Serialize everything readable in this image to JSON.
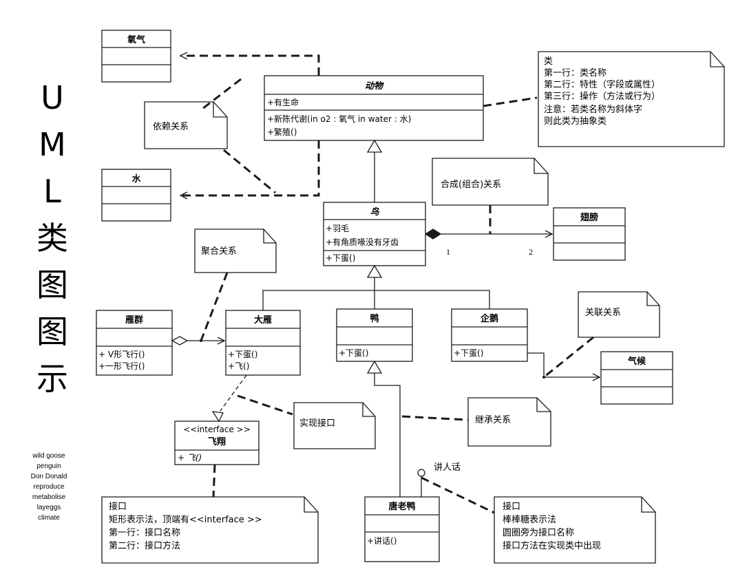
{
  "side_title": [
    "U",
    "M",
    "L",
    "类",
    "图",
    "图",
    "示"
  ],
  "glossary": [
    "wild goose",
    "penguin",
    "Don Donald",
    "reproduce",
    "metabolise",
    "layeggs",
    "climate"
  ],
  "classes": {
    "oxygen": {
      "name": "氧气"
    },
    "water": {
      "name": "水"
    },
    "animal": {
      "name": "动物",
      "attributes": [
        "+有生命"
      ],
      "operations": [
        "+新陈代谢(in o2 : 氧气  in water : 水)",
        "+繁殖()"
      ]
    },
    "bird": {
      "name": "鸟",
      "attributes": [
        "+羽毛",
        "+有角质喙没有牙齿"
      ],
      "operations": [
        "+下蛋()"
      ]
    },
    "wing": {
      "name": "翅膀"
    },
    "goose_flock": {
      "name": "雁群",
      "operations": [
        "+ V形飞行()",
        "+一形飞行()"
      ]
    },
    "goose": {
      "name": "大雁",
      "operations": [
        "+下蛋()",
        "+飞()"
      ]
    },
    "duck": {
      "name": "鸭",
      "operations": [
        "+下蛋()"
      ]
    },
    "penguin": {
      "name": "企鹅",
      "operations": [
        "+下蛋()"
      ]
    },
    "climate": {
      "name": "气候"
    },
    "fly_interface": {
      "stereotype": "<<interface >>",
      "name": "飞翔",
      "operations": [
        "+ 飞()"
      ]
    },
    "donald": {
      "name": "唐老鸭",
      "operations": [
        "+讲话()"
      ]
    }
  },
  "notes": {
    "class_note": [
      "类",
      "第一行：类名称",
      "第二行：特性（字段或属性）",
      "第三行：操作（方法或行为）",
      "",
      "注意：若类名称为斜体字",
      "则此类为抽象类"
    ],
    "dependency": [
      "依赖关系"
    ],
    "composition": [
      "合成(组合)关系"
    ],
    "aggregation": [
      "聚合关系"
    ],
    "association": [
      "关联关系"
    ],
    "realization": [
      "实现接口"
    ],
    "inheritance": [
      "继承关系"
    ],
    "interface_note": [
      "接口",
      "矩形表示法，顶端有<<interface >>",
      "第一行：接口名称",
      "第二行：接口方法"
    ],
    "lollipop_note": [
      "接口",
      "棒棒糖表示法",
      "圆圈旁为接口名称",
      "接口方法在实现类中出现"
    ]
  },
  "multiplicity": {
    "bird_end": "1",
    "wing_end": "2"
  },
  "lollipop_label": "讲人话",
  "colors": {
    "line": "#1a1a1a",
    "note_fill": "#ffffff",
    "background": "#ffffff"
  }
}
